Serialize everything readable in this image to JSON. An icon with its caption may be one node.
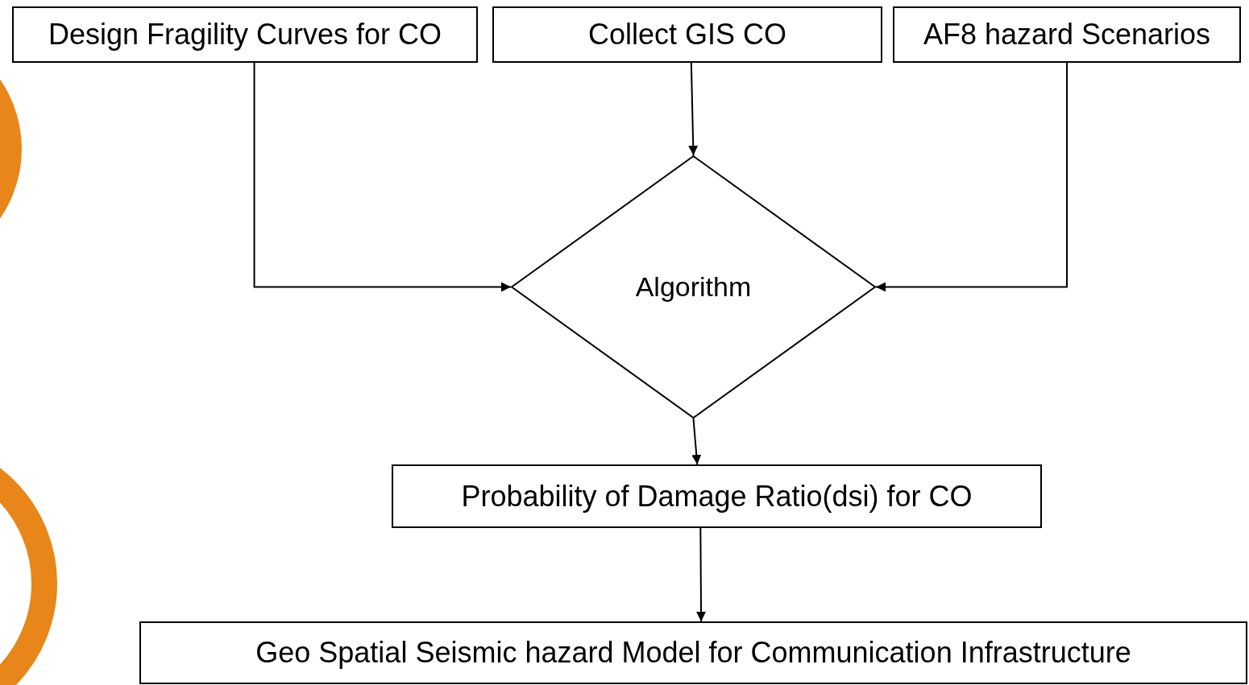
{
  "diagram": {
    "nodes": [
      {
        "text": [
          "Design Fragility Curves for CO"
        ]
      },
      {
        "text": [
          "Collect GIS CO"
        ]
      },
      {
        "text": [
          "AF8 hazard Scenarios"
        ]
      },
      {
        "text": [
          "Algorithm"
        ]
      },
      {
        "text": [
          "Probability of Damage Ratio(dsi) for CO"
        ]
      },
      {
        "text": [
          "Geo Spatial Seismic hazard Model for Communication Infrastructure"
        ]
      }
    ],
    "edges": [
      {
        "from": 0,
        "to": 3,
        "arrow": "to"
      },
      {
        "from": 1,
        "to": 3,
        "arrow": "to"
      },
      {
        "from": 2,
        "to": 3,
        "arrow": "to"
      },
      {
        "from": 3,
        "to": 4,
        "arrow": "to"
      },
      {
        "from": 4,
        "to": 5,
        "arrow": "to"
      }
    ]
  }
}
